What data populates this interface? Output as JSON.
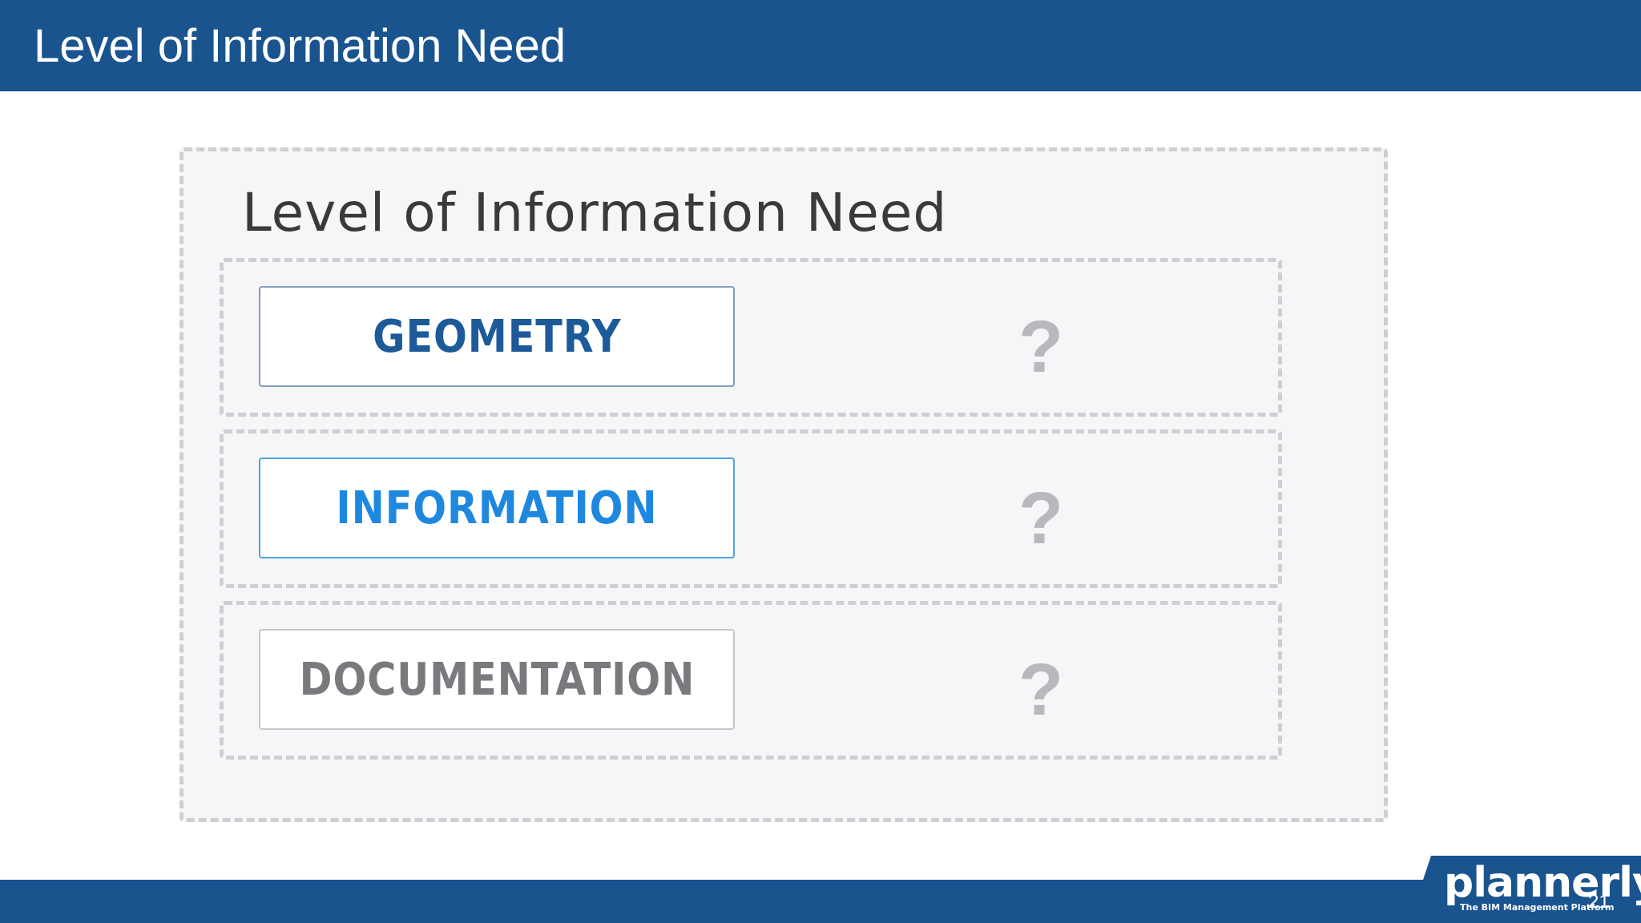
{
  "header": {
    "title": "Level of Information Need"
  },
  "panel": {
    "title": "Level of Information Need",
    "rows": [
      {
        "label": "GEOMETRY",
        "value": "?"
      },
      {
        "label": "INFORMATION",
        "value": "?"
      },
      {
        "label": "DOCUMENTATION",
        "value": "?"
      }
    ]
  },
  "footer": {
    "logo_text": "plannerly",
    "logo_tagline": "The BIM Management Platform",
    "page_number": "21"
  },
  "colors": {
    "header_bar": "#1a548f",
    "geometry_label": "#1d5a99",
    "information_label": "#1e88df",
    "documentation_label": "#7a7a7e",
    "question_mark": "#b9b9bd",
    "panel_background": "#f6f6f8",
    "dashed_border": "#cfcfd3"
  }
}
